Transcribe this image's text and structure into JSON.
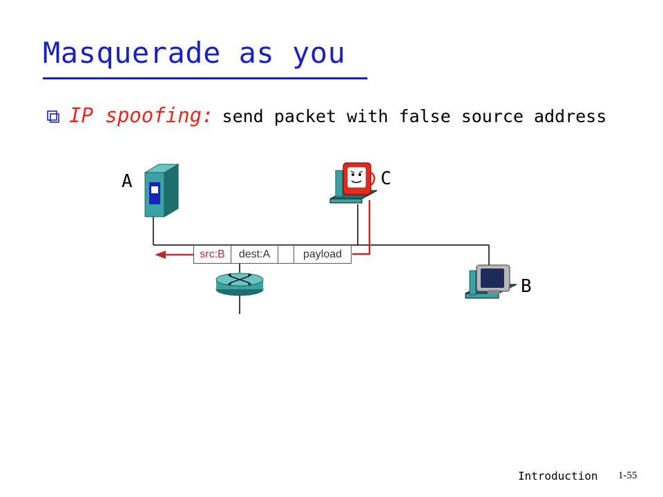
{
  "slide": {
    "title": "Masquerade as you",
    "bullet": {
      "term": "IP spoofing:",
      "description": "send packet with false source address"
    }
  },
  "nodes": {
    "a_label": "A",
    "b_label": "B",
    "c_label": "C"
  },
  "packet": {
    "src": "src:B",
    "dest": "dest:A",
    "payload": "payload"
  },
  "footer": {
    "section": "Introduction",
    "page": "1-55"
  },
  "colors": {
    "title": "#1a23b8",
    "accent_red": "#e8281d",
    "server": "#3aa2a2"
  }
}
